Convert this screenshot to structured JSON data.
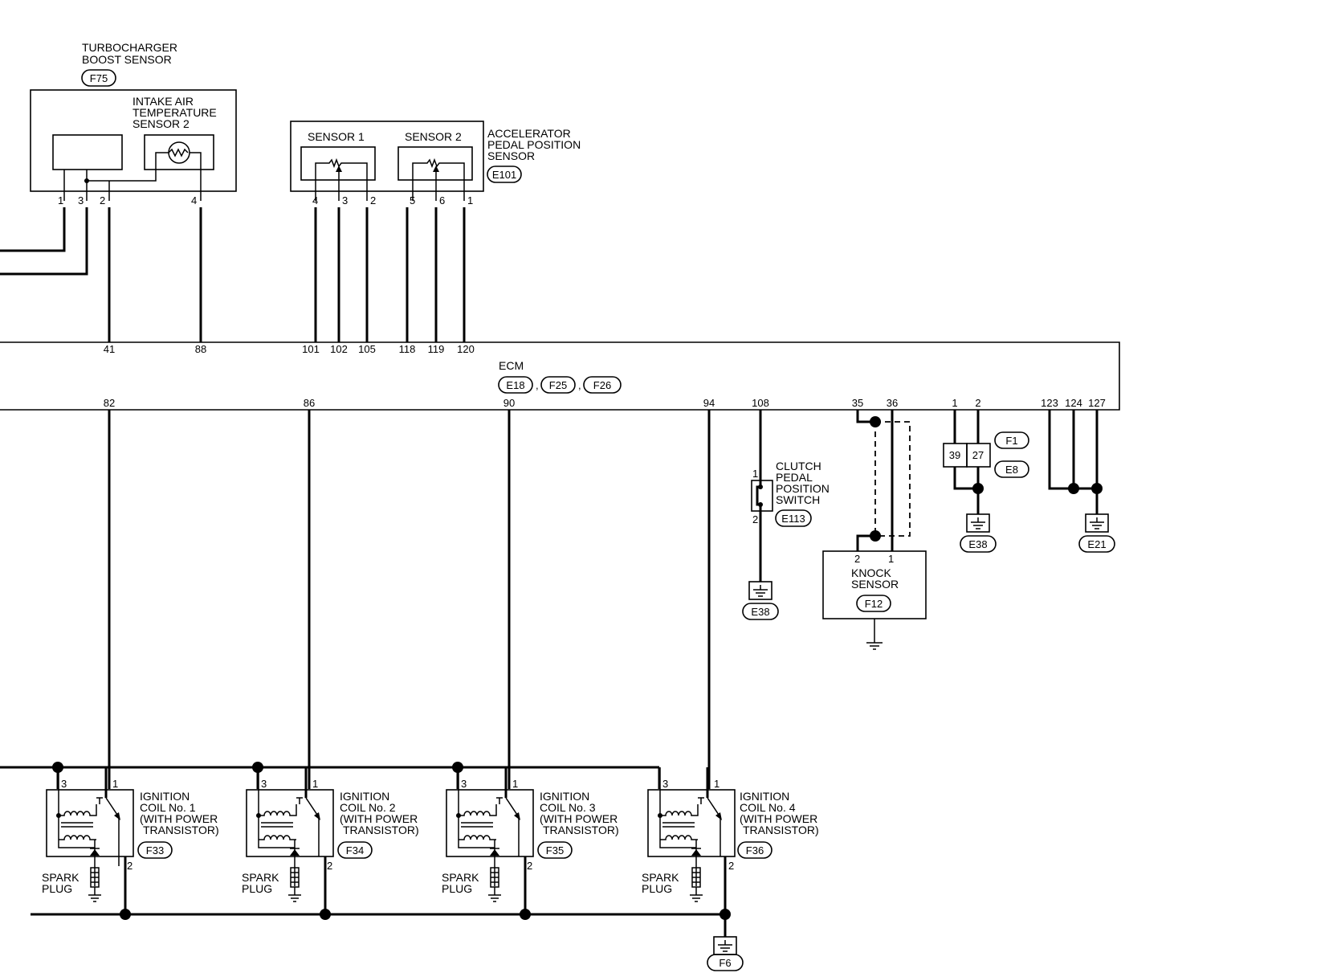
{
  "components": {
    "boost_sensor": {
      "title_line1": "TURBOCHARGER",
      "title_line2": "BOOST SENSOR",
      "connector": "F75"
    },
    "intake_air_temp_sensor": {
      "line1": "INTAKE AIR",
      "line2": "TEMPERATURE",
      "line3": "SENSOR 2"
    },
    "accelerator_sensor": {
      "sensor1": "SENSOR 1",
      "sensor2": "SENSOR 2",
      "line1": "ACCELERATOR",
      "line2": "PEDAL POSITION",
      "line3": "SENSOR",
      "connector": "E101"
    },
    "ecm": {
      "label": "ECM",
      "connectors": [
        "E18",
        "F25",
        "F26"
      ]
    },
    "clutch_switch": {
      "line1": "CLUTCH",
      "line2": "PEDAL",
      "line3": "POSITION",
      "line4": "SWITCH",
      "connector": "E113"
    },
    "knock_sensor": {
      "line1": "KNOCK",
      "line2": "SENSOR",
      "connector": "F12"
    },
    "junction": {
      "pin_a": "39",
      "pin_b": "27",
      "connector_a": "F1",
      "connector_b": "E8"
    },
    "grounds": {
      "g1": "E38",
      "g2": "E38",
      "g3": "E21",
      "g4": "F6"
    },
    "ignition_coils": [
      {
        "line1": "IGNITION",
        "line2": "COIL No. 1",
        "line3": "(WITH POWER",
        "line4": "TRANSISTOR)",
        "connector": "F33"
      },
      {
        "line1": "IGNITION",
        "line2": "COIL No. 2",
        "line3": "(WITH POWER",
        "line4": "TRANSISTOR)",
        "connector": "F34"
      },
      {
        "line1": "IGNITION",
        "line2": "COIL No. 3",
        "line3": "(WITH POWER",
        "line4": "TRANSISTOR)",
        "connector": "F35"
      },
      {
        "line1": "IGNITION",
        "line2": "COIL No. 4",
        "line3": "(WITH POWER",
        "line4": "TRANSISTOR)",
        "connector": "F36"
      }
    ],
    "spark_plug": {
      "line1": "SPARK",
      "line2": "PLUG"
    }
  },
  "pins": {
    "boost": [
      "1",
      "3",
      "2",
      "4"
    ],
    "accel_s1": [
      "4",
      "3",
      "2"
    ],
    "accel_s2": [
      "5",
      "6",
      "1"
    ],
    "ecm_top": [
      "41",
      "88",
      "101",
      "102",
      "105",
      "118",
      "119",
      "120"
    ],
    "ecm_bottom": [
      "82",
      "86",
      "90",
      "94",
      "108",
      "35",
      "36",
      "1",
      "2",
      "123",
      "124",
      "127"
    ],
    "clutch": [
      "1",
      "2"
    ],
    "knock": [
      "2",
      "1"
    ],
    "coil": [
      "3",
      "1",
      "2"
    ]
  },
  "icons": {
    "ground": "ground-symbol-icon",
    "thermistor": "thermistor-icon",
    "potentiometer": "potentiometer-icon",
    "coil": "coil-winding-icon",
    "transistor": "transistor-icon",
    "spark_plug": "spark-plug-icon"
  }
}
